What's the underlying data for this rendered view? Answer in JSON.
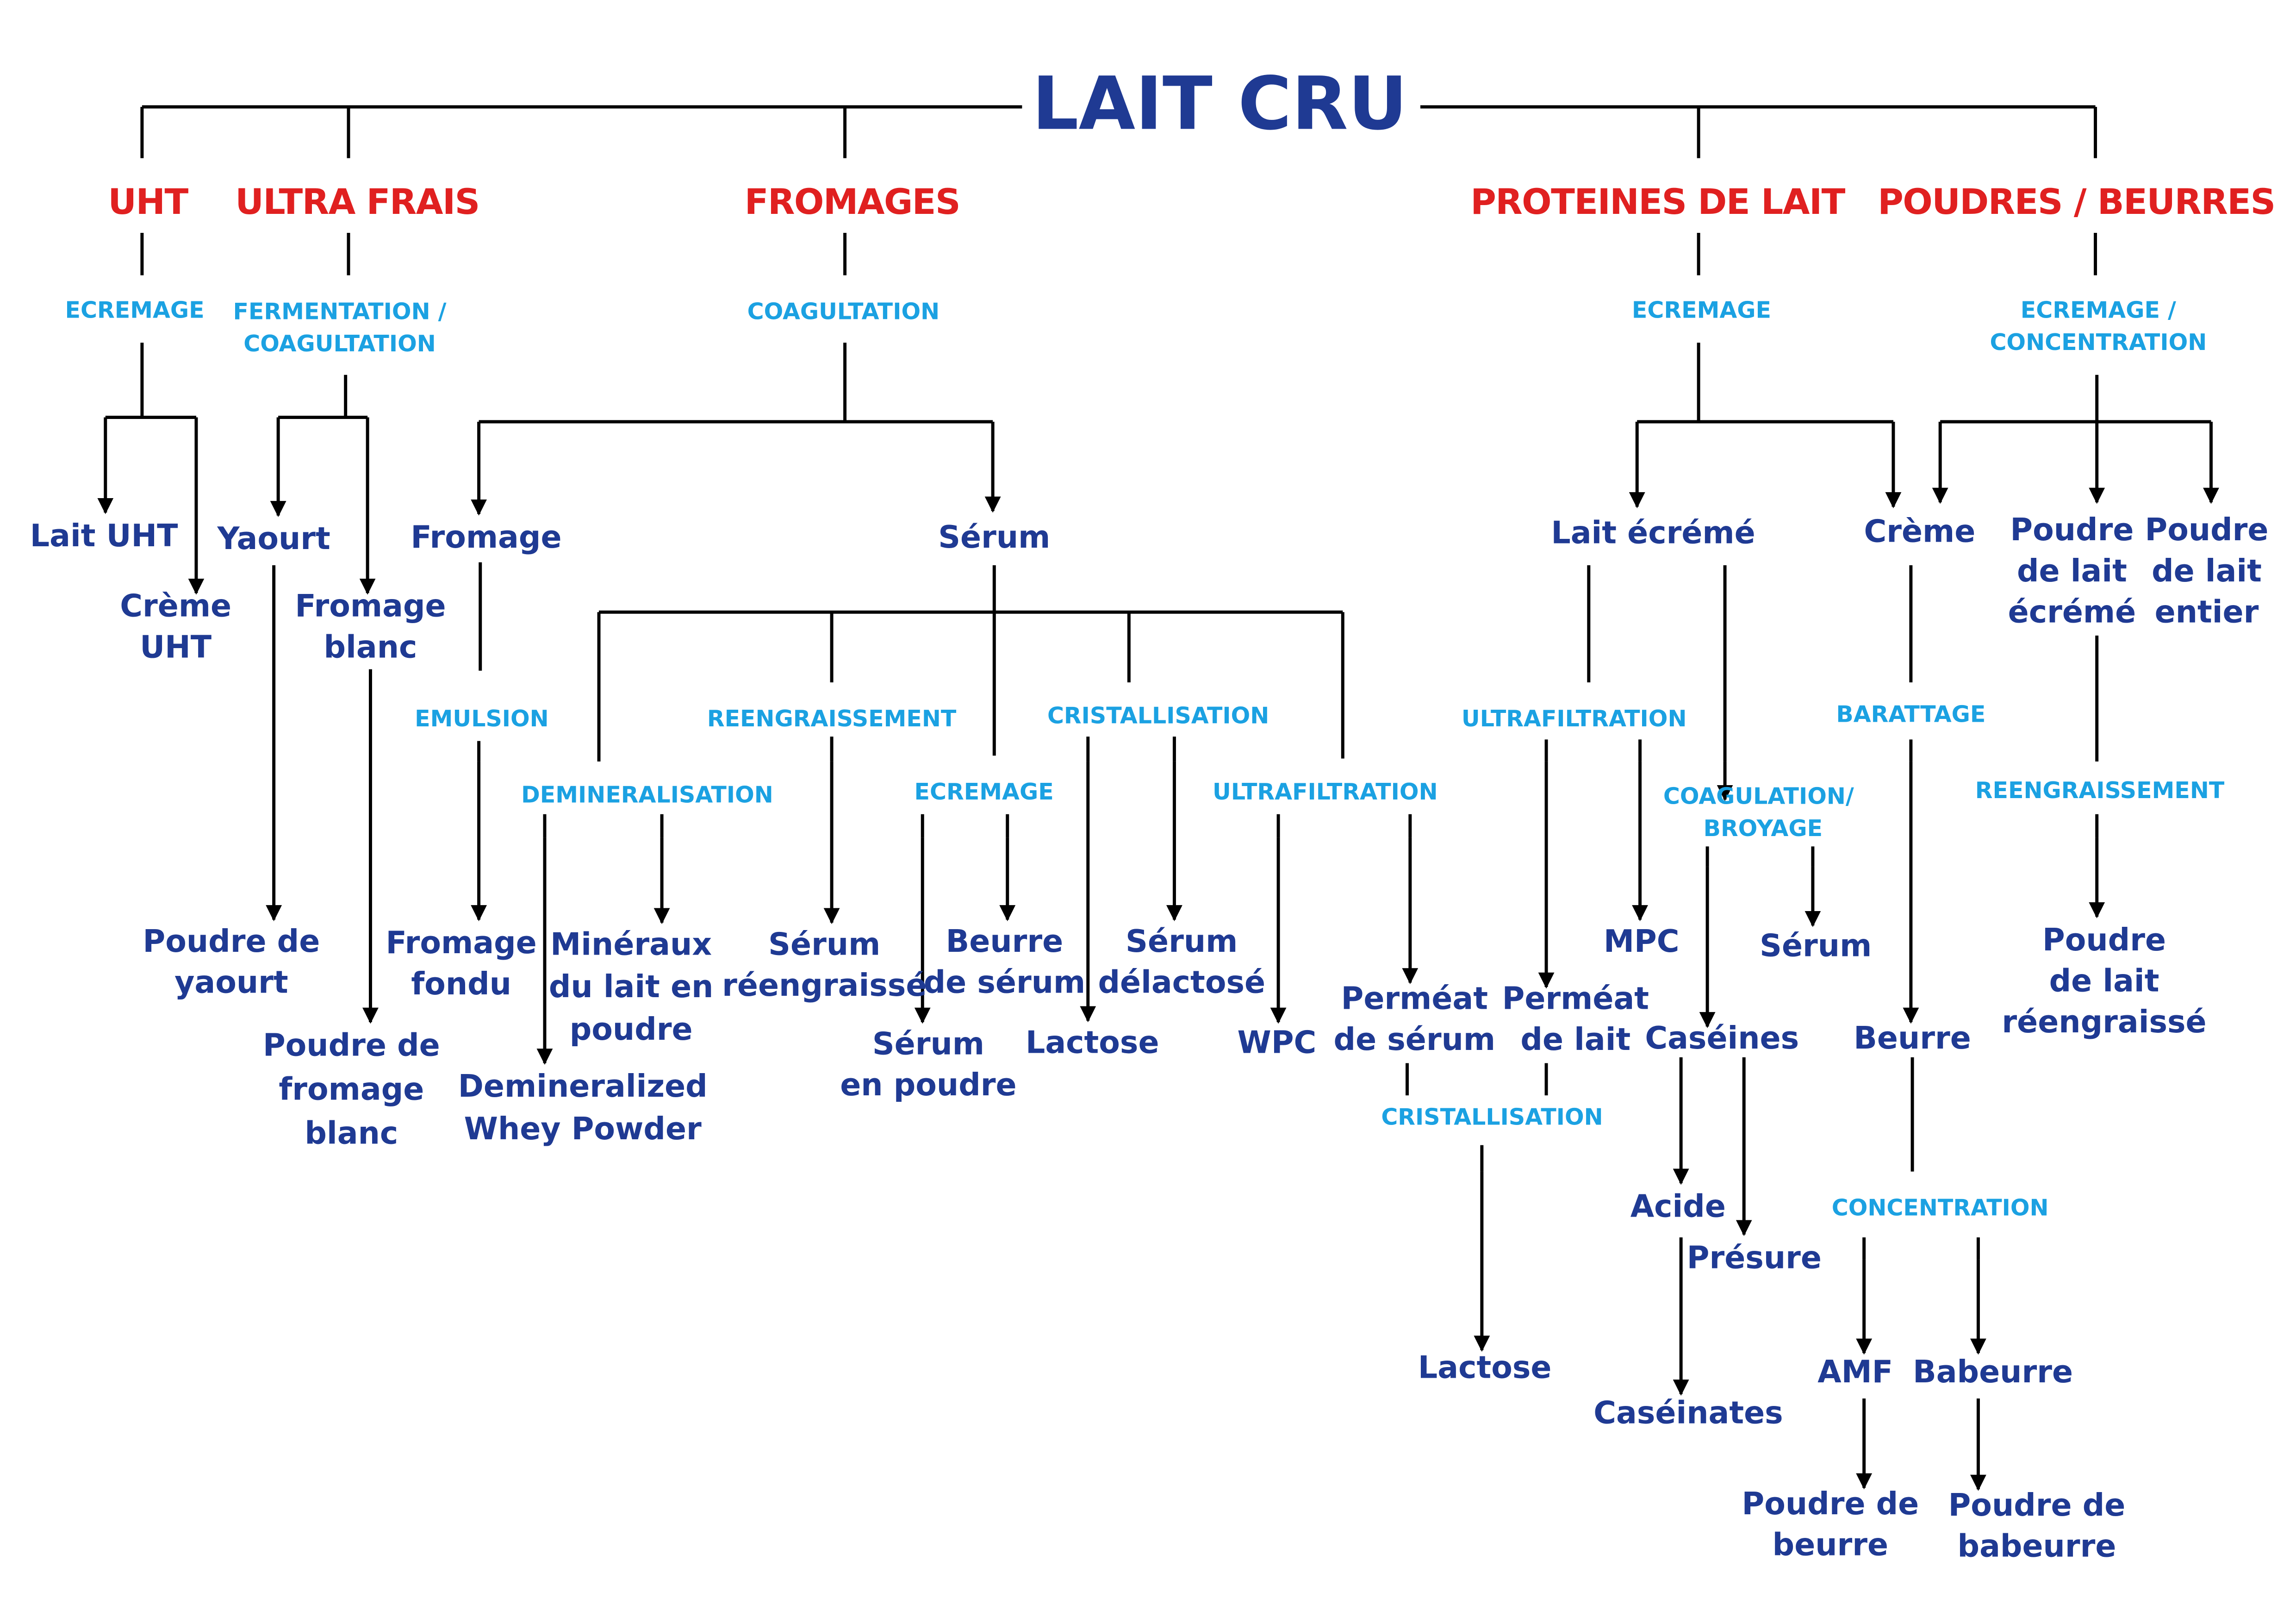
{
  "colors": {
    "title": "#1f3a93",
    "category": "#e02020",
    "process": "#1ba1e2",
    "product": "#1f3a93",
    "line": "#000000"
  },
  "title": "LAIT CRU",
  "categories": {
    "uht": "UHT",
    "ultra_frais": "ULTRA FRAIS",
    "fromages": "FROMAGES",
    "proteines": "PROTEINES DE LAIT",
    "poudres": "POUDRES / BEURRES"
  },
  "processes": {
    "ecremage_uht": "ECREMAGE",
    "fermentation_1": "FERMENTATION /",
    "fermentation_2": "COAGULTATION",
    "coagulation": "COAGULTATION",
    "emulsion": "EMULSION",
    "reengraissement_serum": "REENGRAISSEMENT",
    "cristallisation_serum": "CRISTALLISATION",
    "demineralisation": "DEMINERALISATION",
    "ecremage_serum": "ECREMAGE",
    "ultrafiltration_serum": "ULTRAFILTRATION",
    "ecremage_proteines": "ECREMAGE",
    "ultrafiltration_lait": "ULTRAFILTRATION",
    "coagulation_broyage_1": "COAGULATION/",
    "coagulation_broyage_2": "BROYAGE",
    "cristallisation_permeat": "CRISTALLISATION",
    "barattage": "BARATTAGE",
    "ecremage_concentration_1": "ECREMAGE /",
    "ecremage_concentration_2": "CONCENTRATION",
    "reengraissement_poudre": "REENGRAISSEMENT",
    "concentration": "CONCENTRATION"
  },
  "products": {
    "lait_uht": "Lait UHT",
    "creme_uht_1": "Crème",
    "creme_uht_2": "UHT",
    "yaourt": "Yaourt",
    "fromage_blanc_1": "Fromage",
    "fromage_blanc_2": "blanc",
    "poudre_yaourt_1": "Poudre de",
    "poudre_yaourt_2": "yaourt",
    "poudre_fromage_blanc_1": "Poudre de",
    "poudre_fromage_blanc_2": "fromage",
    "poudre_fromage_blanc_3": "blanc",
    "fromage": "Fromage",
    "serum": "Sérum",
    "fromage_fondu_1": "Fromage",
    "fromage_fondu_2": "fondu",
    "mineraux_1": "Minéraux",
    "mineraux_2": "du lait en",
    "mineraux_3": "poudre",
    "demineralized_1": "Demineralized",
    "demineralized_2": "Whey Powder",
    "serum_reengraisse_1": "Sérum",
    "serum_reengraisse_2": "réengraissé",
    "beurre_serum_1": "Beurre",
    "beurre_serum_2": "de sérum",
    "serum_poudre_1": "Sérum",
    "serum_poudre_2": "en poudre",
    "serum_delactose_1": "Sérum",
    "serum_delactose_2": "délactosé",
    "lactose_serum": "Lactose",
    "wpc": "WPC",
    "permeat_serum_1": "Perméat",
    "permeat_serum_2": "de sérum",
    "permeat_lait_1": "Perméat",
    "permeat_lait_2": "de lait",
    "lactose_permeat": "Lactose",
    "lait_ecreme": "Lait écrémé",
    "creme": "Crème",
    "poudre_ecreme_1": "Poudre",
    "poudre_ecreme_2": "de lait",
    "poudre_ecreme_3": "écrémé",
    "poudre_entier_1": "Poudre",
    "poudre_entier_2": "de lait",
    "poudre_entier_3": "entier",
    "mpc": "MPC",
    "serum_proteines": "Sérum",
    "caseines": "Caséines",
    "acide": "Acide",
    "presure": "Présure",
    "caseinates": "Caséinates",
    "beurre": "Beurre",
    "poudre_reengraisse_1": "Poudre",
    "poudre_reengraisse_2": "de lait",
    "poudre_reengraisse_3": "réengraissé",
    "amf": "AMF",
    "babeurre": "Babeurre",
    "poudre_beurre_1": "Poudre de",
    "poudre_beurre_2": "beurre",
    "poudre_babeurre_1": "Poudre de",
    "poudre_babeurre_2": "babeurre"
  }
}
